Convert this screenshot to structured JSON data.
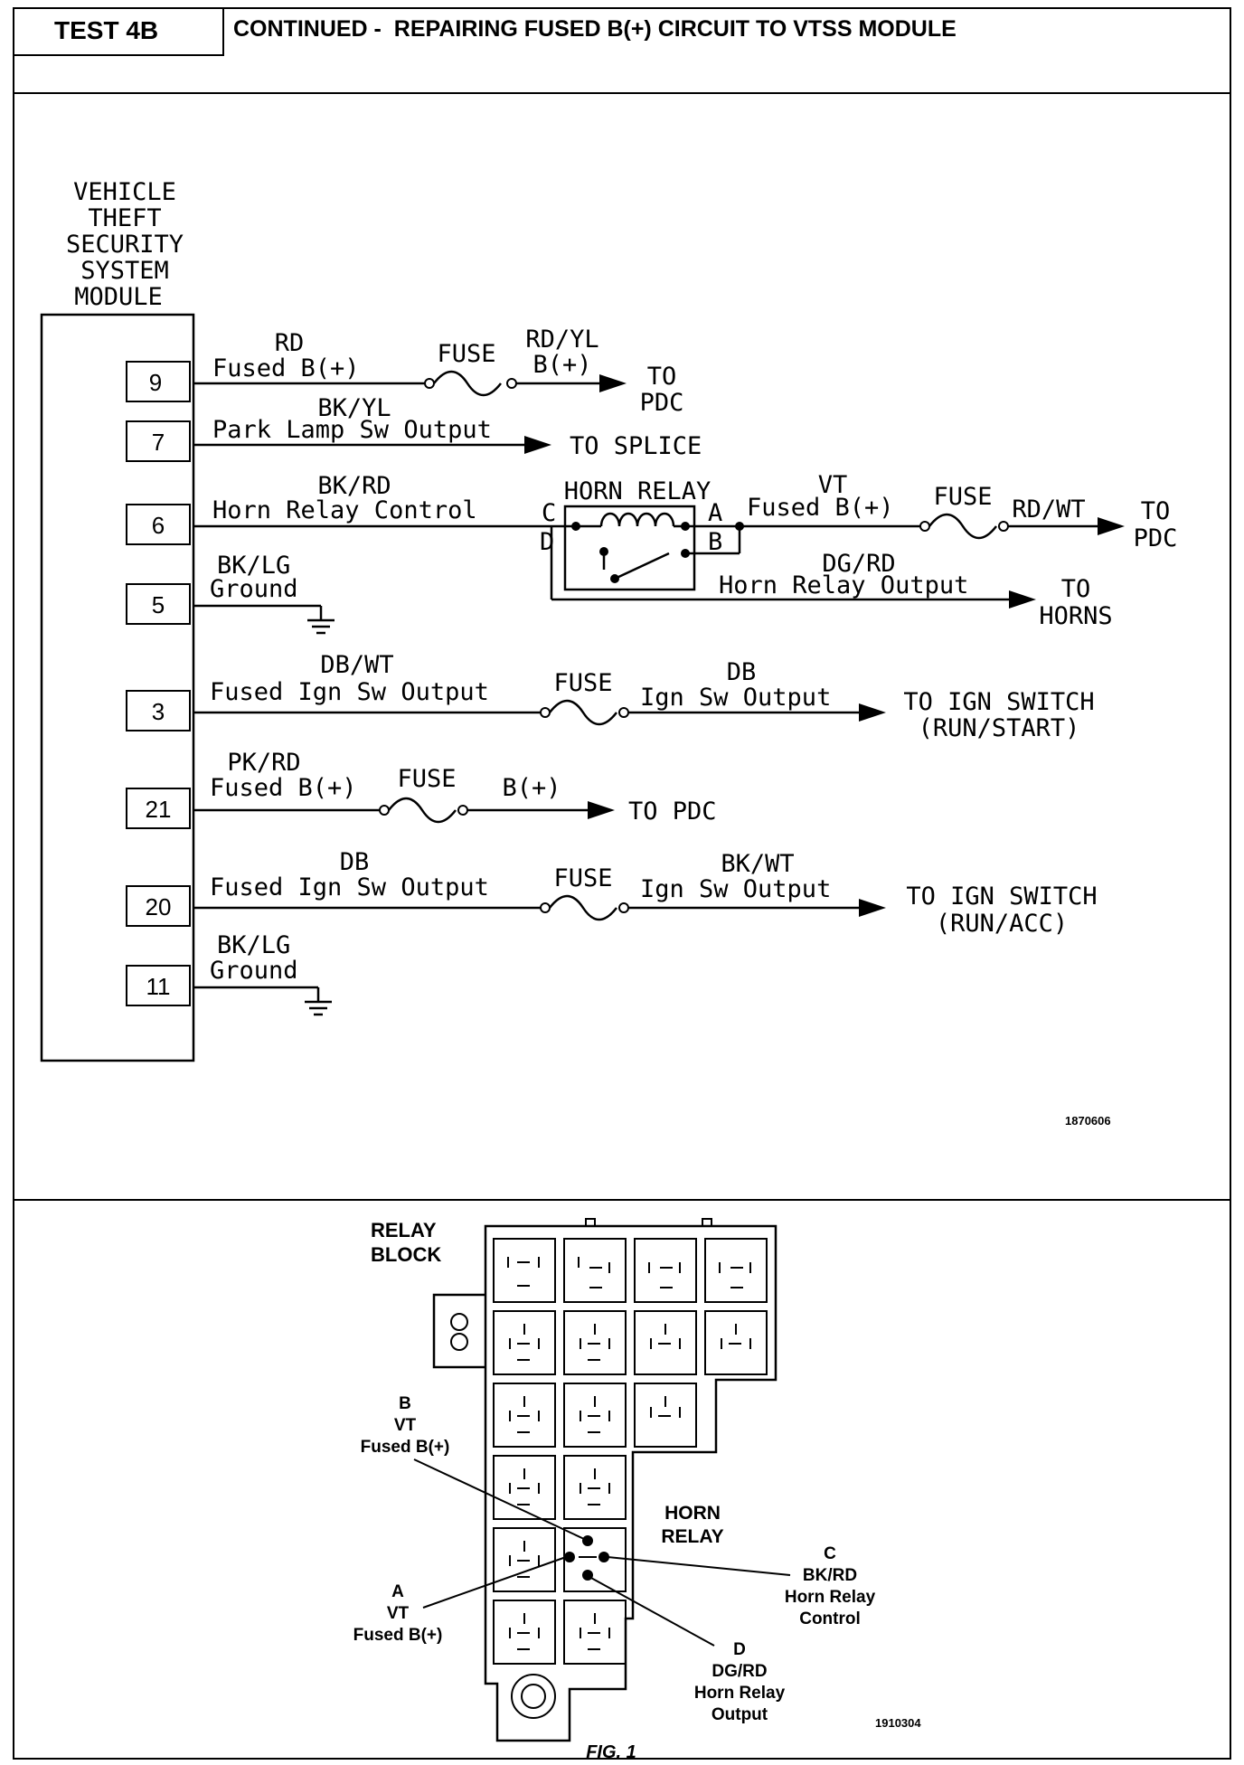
{
  "header": {
    "test_id": "TEST 4B",
    "title": "CONTINUED -  REPAIRING FUSED B(+) CIRCUIT TO VTSS MODULE"
  },
  "module": {
    "name_lines": [
      "VEHICLE",
      "THEFT",
      "SECURITY",
      "SYSTEM",
      "MODULE"
    ]
  },
  "circuits": [
    {
      "pin": "9",
      "wire_color": "RD",
      "label": "Fused B(+)",
      "fuse": "FUSE",
      "out_color": "RD/YL",
      "out_label": "B(+)",
      "dest": [
        "TO",
        "PDC"
      ]
    },
    {
      "pin": "7",
      "wire_color": "BK/YL",
      "label": "Park Lamp Sw Output",
      "dest": [
        "TO SPLICE"
      ]
    },
    {
      "pin": "6",
      "wire_color": "BK/RD",
      "label": "Horn Relay Control"
    },
    {
      "pin": "5",
      "wire_color": "BK/LG",
      "label": "Ground"
    },
    {
      "pin": "3",
      "wire_color": "DB/WT",
      "label": "Fused Ign Sw Output",
      "fuse": "FUSE",
      "out_color": "DB",
      "out_label": "Ign Sw Output",
      "dest": [
        "TO IGN SWITCH",
        "(RUN/START)"
      ]
    },
    {
      "pin": "21",
      "wire_color": "PK/RD",
      "label": "Fused B(+)",
      "fuse": "FUSE",
      "out_label": "B(+)",
      "dest": [
        "TO PDC"
      ]
    },
    {
      "pin": "20",
      "wire_color": "DB",
      "label": "Fused Ign Sw Output",
      "fuse": "FUSE",
      "out_color": "BK/WT",
      "out_label": "Ign Sw Output",
      "dest": [
        "TO IGN SWITCH",
        "(RUN/ACC)"
      ]
    },
    {
      "pin": "11",
      "wire_color": "BK/LG",
      "label": "Ground"
    }
  ],
  "horn_relay": {
    "title": "HORN RELAY",
    "term_c": "C",
    "term_d": "D",
    "term_a": "A",
    "term_b": "B",
    "feed_color": "VT",
    "feed_label": "Fused B(+)",
    "fuse": "FUSE",
    "feed_out_color": "RD/WT",
    "feed_dest": [
      "TO",
      "PDC"
    ],
    "output_color": "DG/RD",
    "output_label": "Horn Relay Output",
    "output_dest": [
      "TO",
      "HORNS"
    ]
  },
  "diagram_id": "1870606",
  "figure": {
    "block_label": [
      "RELAY",
      "BLOCK"
    ],
    "horn_relay_label": [
      "HORN",
      "RELAY"
    ],
    "callout_b": [
      "B",
      "VT",
      "Fused B(+)"
    ],
    "callout_a": [
      "A",
      "VT",
      "Fused B(+)"
    ],
    "callout_c": [
      "C",
      "BK/RD",
      "Horn Relay",
      "Control"
    ],
    "callout_d": [
      "D",
      "DG/RD",
      "Horn Relay",
      "Output"
    ],
    "figure_id": "1910304",
    "caption": "FIG. 1"
  }
}
